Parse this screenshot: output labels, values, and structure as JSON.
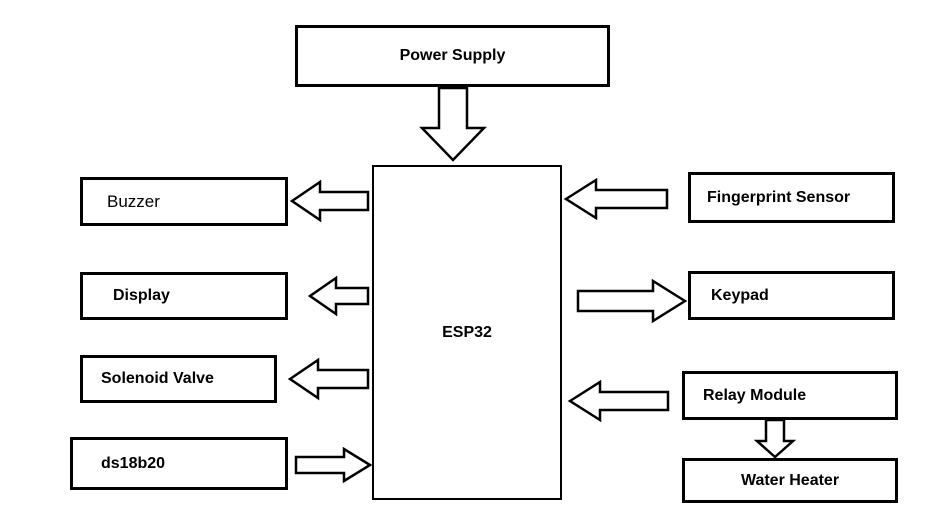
{
  "diagram": {
    "nodes": {
      "power_supply": {
        "label": "Power Supply"
      },
      "esp32": {
        "label": "ESP32"
      },
      "buzzer": {
        "label": "Buzzer"
      },
      "display": {
        "label": "Display"
      },
      "solenoid_valve": {
        "label": "Solenoid Valve"
      },
      "ds18b20": {
        "label": "ds18b20"
      },
      "fingerprint_sensor": {
        "label": "Fingerprint Sensor"
      },
      "keypad": {
        "label": "Keypad"
      },
      "relay_module": {
        "label": "Relay Module"
      },
      "water_heater": {
        "label": "Water Heater"
      }
    },
    "edges": [
      {
        "from": "Power Supply",
        "to": "ESP32"
      },
      {
        "from": "ESP32",
        "to": "Buzzer"
      },
      {
        "from": "ESP32",
        "to": "Display"
      },
      {
        "from": "ESP32",
        "to": "Solenoid Valve"
      },
      {
        "from": "ds18b20",
        "to": "ESP32"
      },
      {
        "from": "Fingerprint Sensor",
        "to": "ESP32"
      },
      {
        "from": "ESP32",
        "to": "Keypad"
      },
      {
        "from": "Relay Module",
        "to": "ESP32"
      },
      {
        "from": "Relay Module",
        "to": "Water Heater"
      }
    ],
    "colors": {
      "background": "#ffffff",
      "stroke": "#000000",
      "text": "#000000"
    }
  }
}
